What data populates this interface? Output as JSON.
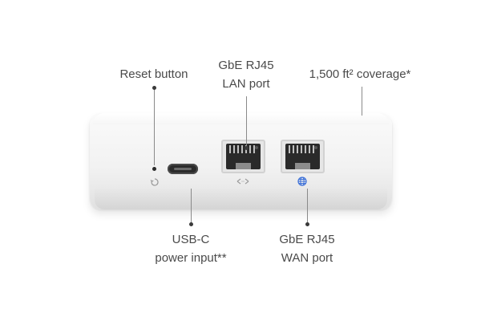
{
  "labels": {
    "reset": "Reset button",
    "lan": [
      "GbE RJ45",
      "LAN port"
    ],
    "coverage": "1,500 ft² coverage*",
    "usbc": [
      "USB-C",
      "power input**"
    ],
    "wan": [
      "GbE RJ45",
      "WAN port"
    ]
  },
  "colors": {
    "label_text": "#4a4a4a",
    "leader_line": "#8a8a8a",
    "device_body": "#f2f2f2",
    "wan_icon": "#3b6fd8",
    "lan_icon": "#9a9a9a"
  },
  "icons": {
    "reset": "reset-icon",
    "lan": "lan-arrows-icon",
    "wan": "globe-icon"
  }
}
